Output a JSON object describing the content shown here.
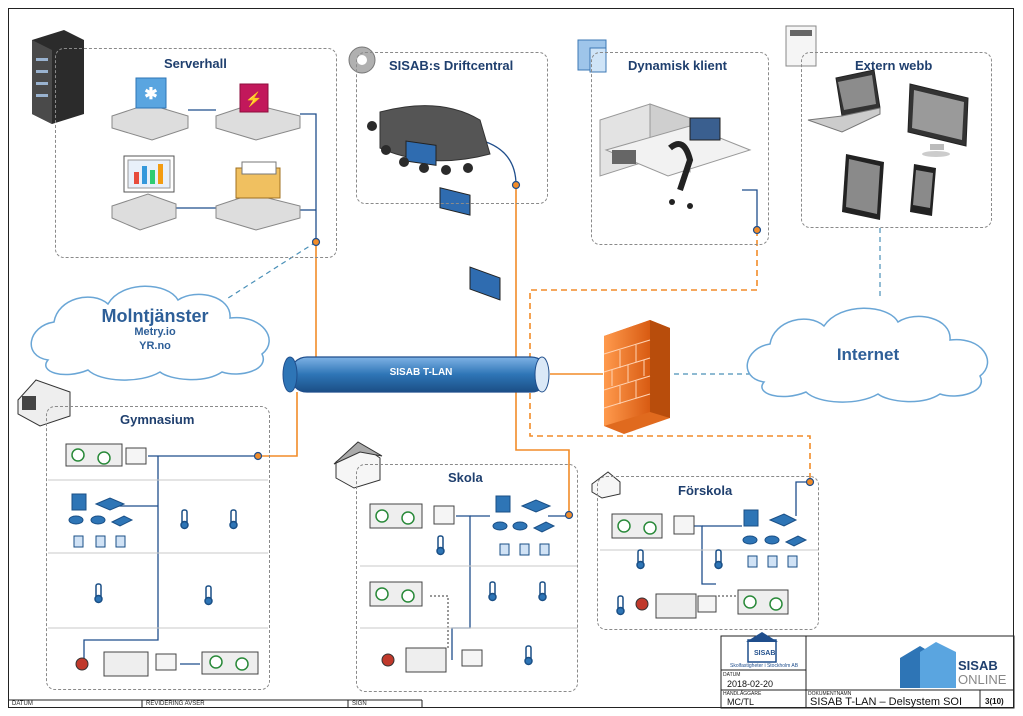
{
  "zones": {
    "serverhall": "Serverhall",
    "driftcentral": "SISAB:s Driftcentral",
    "dynamisk": "Dynamisk klient",
    "externwebb": "Extern webb",
    "gymnasium": "Gymnasium",
    "skola": "Skola",
    "forskola": "Förskola"
  },
  "clouds": {
    "moln_title": "Molntjänster",
    "moln_line1": "Metry.io",
    "moln_line2": "YR.no",
    "internet": "Internet"
  },
  "network": {
    "tlan_label": "SISAB T-LAN"
  },
  "titleblock": {
    "logo_name": "SISAB",
    "logo_caption": "Skolfastigheter i Stockholm AB",
    "datum_label": "DATUM",
    "datum_value": "2018-02-20",
    "handlaggare_label": "HANDLÄGGARE",
    "handlaggare_value": "MC/TL",
    "dokument_label": "DOKUMENTNAMN",
    "dokument_value": "SISAB T-LAN – Delsystem SOI",
    "page_value": "3(10)",
    "brand_line1": "SISAB",
    "brand_line2": "ONLINE"
  },
  "revision": {
    "datum": "DATUM",
    "revidering": "REVIDERING AVSER",
    "sign": "SIGN"
  },
  "colors": {
    "orange": "#f28c28",
    "blue_line": "#1f4e8c",
    "dash_blue": "#4a90b8",
    "cloud_text": "#2e5f98",
    "pipe": "#2e75b6",
    "firewall": "#f07830"
  }
}
